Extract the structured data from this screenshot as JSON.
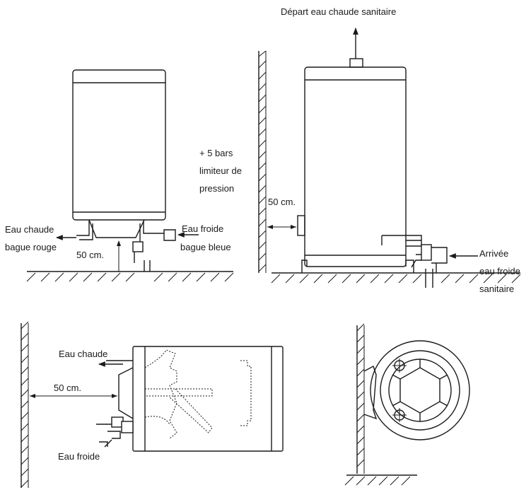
{
  "labels": {
    "depart": "Départ eau chaude sanitaire",
    "bars": "+ 5 bars",
    "limiteur": "limiteur de",
    "pression": "pression",
    "dist_top_right": "50 cm.",
    "eau_chaude_1": "Eau chaude",
    "bague_rouge": "bague rouge",
    "eau_froide_1": "Eau froide",
    "bague_bleue": "bague bleue",
    "dist_top_left": "50 cm.",
    "arrivee_1": "Arrivée",
    "arrivee_2": "eau froide",
    "arrivee_3": "sanitaire",
    "eau_chaude_2": "Eau chaude",
    "dist_bottom": "50 cm.",
    "eau_froide_2": "Eau froide"
  }
}
